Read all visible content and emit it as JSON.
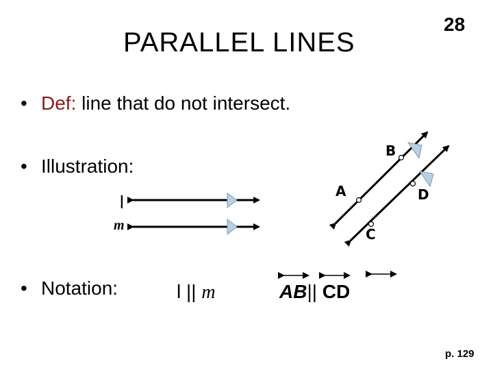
{
  "slide": {
    "title": "PARALLEL LINES",
    "number": "28",
    "page_ref": "p. 129"
  },
  "bullets": {
    "definition_term": "Def:",
    "definition_text": " line that do not intersect.",
    "illustration_label": "Illustration:",
    "notation_label": "Notation:"
  },
  "illustration": {
    "line_l_label": "l",
    "line_m_label": "m",
    "point_a": "A",
    "point_b": "B",
    "point_c": "C",
    "point_d": "D"
  },
  "notation": {
    "lm_left": "l",
    "parallel_symbol": "||",
    "lm_right": "m",
    "ab": "AB",
    "cd": "CD"
  },
  "colors": {
    "definition_term": "#8a1a1a",
    "marker_fill": "#b8d0e0"
  }
}
